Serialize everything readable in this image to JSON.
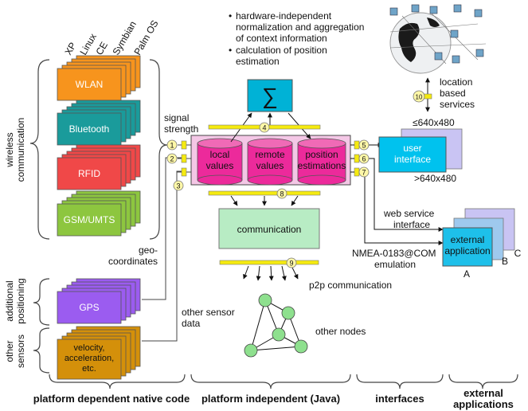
{
  "os_labels": [
    "XP",
    "Linux",
    "CE",
    "Symbian",
    "Palm OS"
  ],
  "left_groups": {
    "wireless": [
      "wireless",
      "communication"
    ],
    "positioning": [
      "additional",
      "positioning"
    ],
    "sensors": [
      "other",
      "sensors"
    ]
  },
  "stacks": {
    "wlan": "WLAN",
    "bluetooth": "Bluetooth",
    "rfid": "RFID",
    "gsm": "GSM/UMTS",
    "gps": "GPS",
    "sensors_lines": [
      "velocity,",
      "acceleration,",
      "etc."
    ]
  },
  "labels": {
    "signal_strength": [
      "signal",
      "strength"
    ],
    "geo_coordinates": [
      "geo-",
      "coordinates"
    ],
    "other_sensor_data": [
      "other sensor",
      "data"
    ],
    "sigma": "∑",
    "bullet1": [
      "hardware-independent",
      "normalization and aggregation",
      "of context information"
    ],
    "bullet2": [
      "calculation of position",
      "estimation"
    ],
    "local_values": [
      "local",
      "values"
    ],
    "remote_values": [
      "remote",
      "values"
    ],
    "position_estimations": [
      "position",
      "estimations"
    ],
    "communication": "communication",
    "p2p": "p2p communication",
    "other_nodes": "other nodes",
    "lbs": [
      "location",
      "based",
      "services"
    ],
    "res_small": "≤640x480",
    "res_large": ">640x480",
    "user_interface": [
      "user",
      "interface"
    ],
    "web_service": [
      "web service",
      "interface"
    ],
    "nmea": [
      "NMEA-0183@COM",
      "emulation"
    ],
    "external_app": [
      "external",
      "application"
    ],
    "app_a": "A",
    "app_b": "B",
    "app_c": "C"
  },
  "markers": [
    "1",
    "2",
    "3",
    "4",
    "5",
    "6",
    "7",
    "8",
    "9",
    "10"
  ],
  "bottom": {
    "native": "platform dependent native code",
    "java": "platform independent (Java)",
    "interfaces": "interfaces",
    "external": [
      "external",
      "applications"
    ]
  },
  "colors": {
    "wlan": "#f7941d",
    "bluetooth": "#1a9b9b",
    "rfid": "#f04848",
    "gsm": "#8dc63f",
    "gps": "#9b5cf0",
    "sensors": "#d4900a",
    "cylinder": "#ec2a9b",
    "panel": "#f4c7e6",
    "sigma": "#00b2d6",
    "communication": "#b8ecc4",
    "connector": "#f5ea10",
    "node": "#8ee08e",
    "user_interface": "#00c2ee",
    "ext_app": "#1ec0ea"
  }
}
